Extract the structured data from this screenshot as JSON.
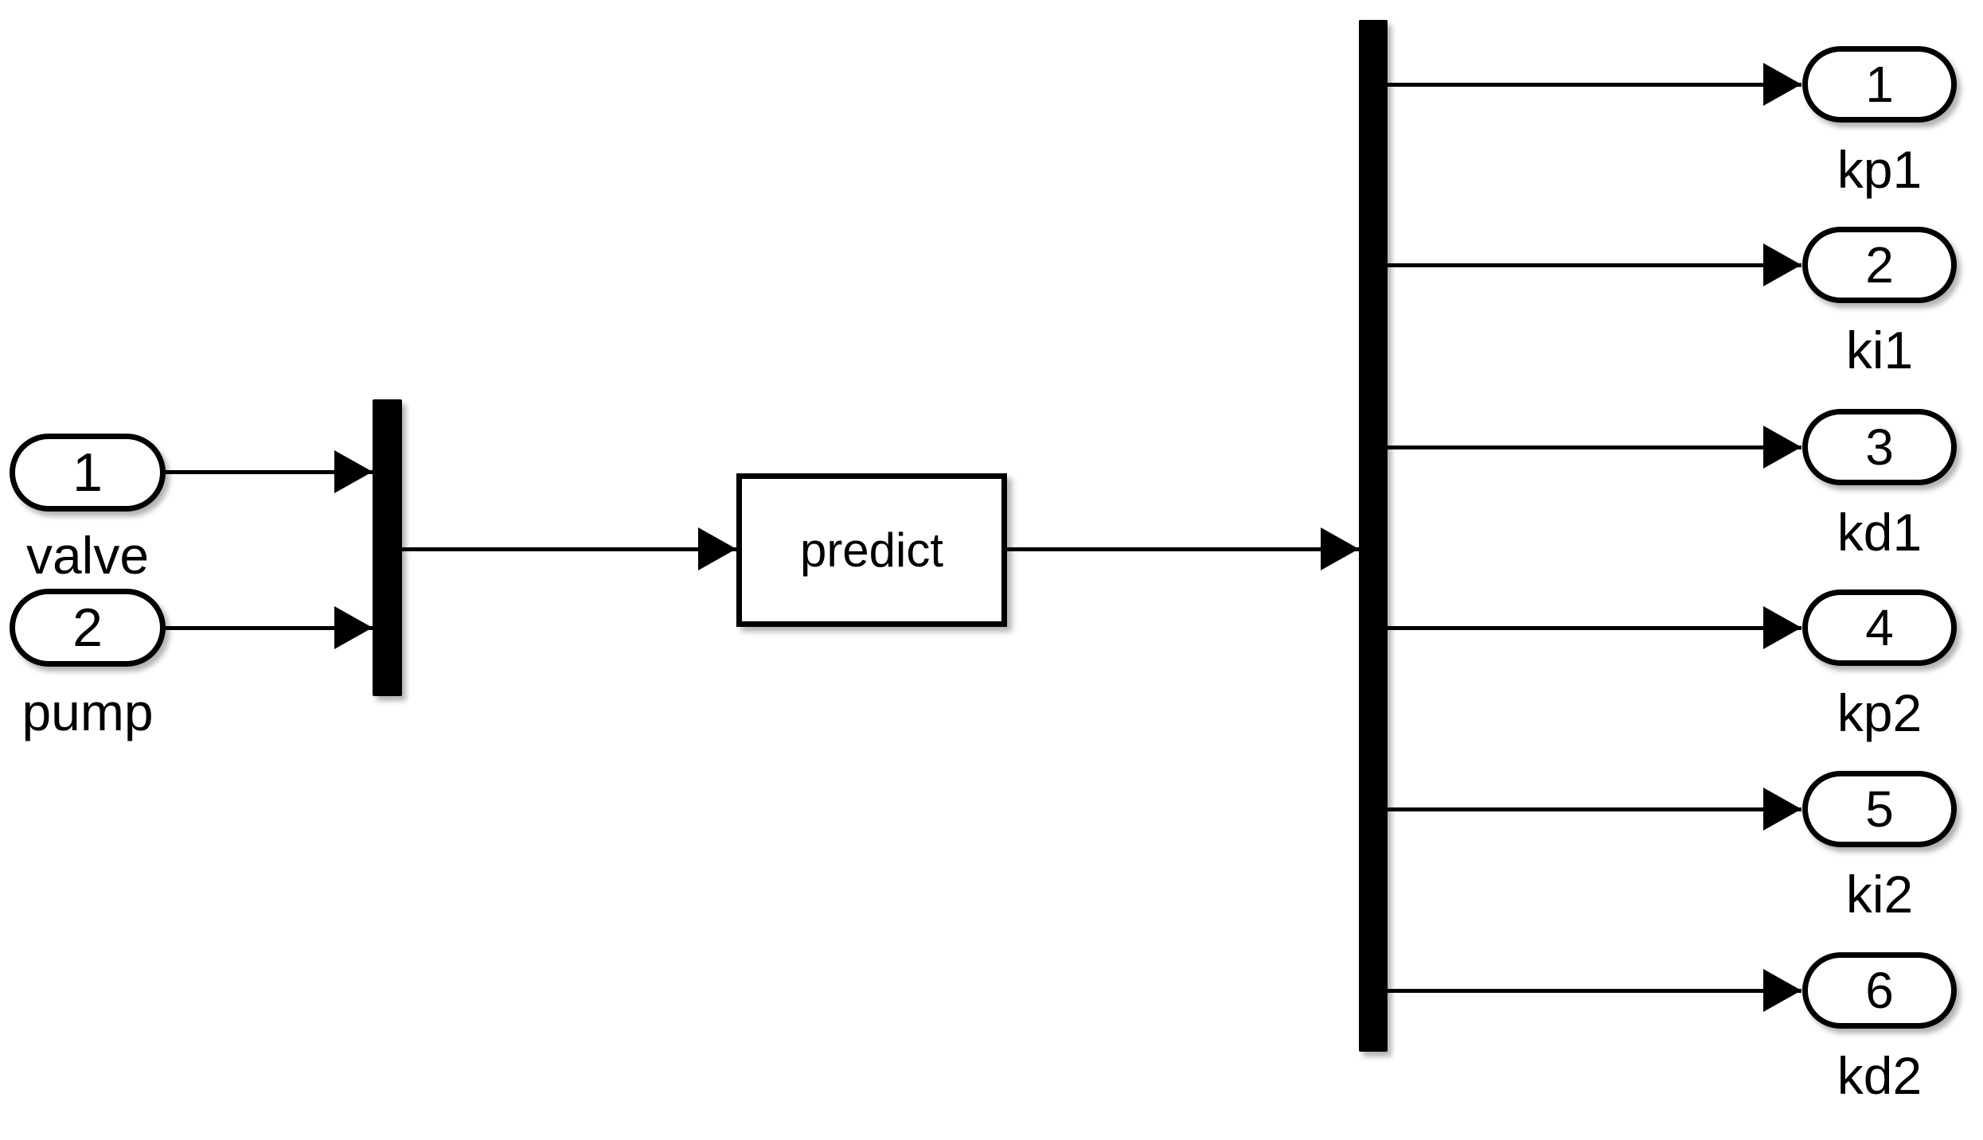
{
  "diagram": {
    "background_color": "#ffffff",
    "stroke_color": "#000000",
    "block_fill_color": "#ffffff",
    "inports": [
      {
        "number": "1",
        "label": "valve"
      },
      {
        "number": "2",
        "label": "pump"
      }
    ],
    "predict_block": {
      "label": "predict"
    },
    "outports": [
      {
        "number": "1",
        "label": "kp1"
      },
      {
        "number": "2",
        "label": "ki1"
      },
      {
        "number": "3",
        "label": "kd1"
      },
      {
        "number": "4",
        "label": "kp2"
      },
      {
        "number": "5",
        "label": "ki2"
      },
      {
        "number": "6",
        "label": "kd2"
      }
    ]
  }
}
